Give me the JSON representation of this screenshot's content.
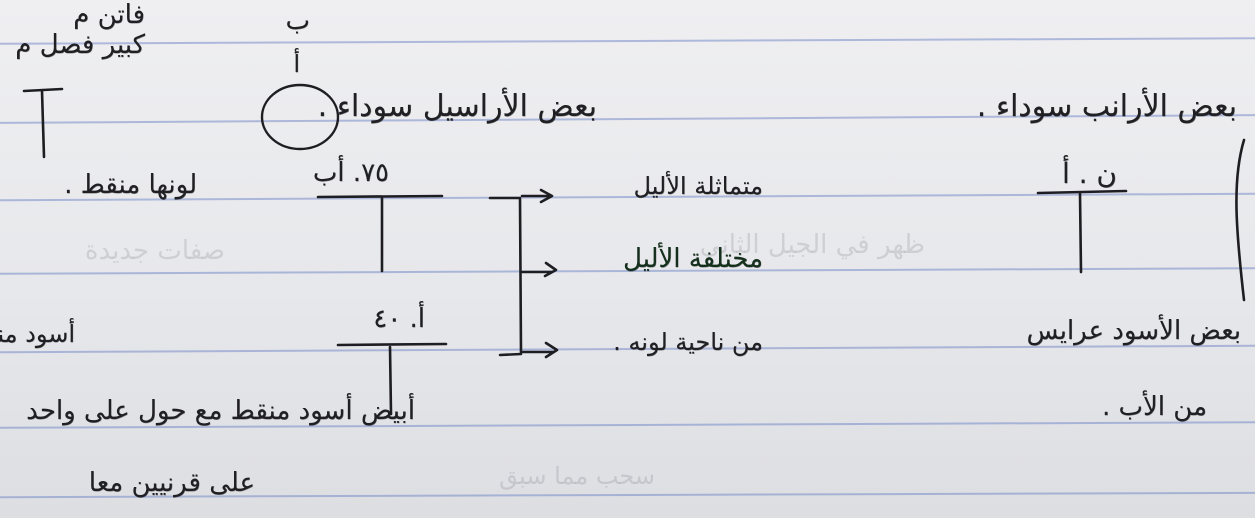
{
  "colors": {
    "paper": "#ebebee",
    "ruled_line": "#8fa0d0",
    "ink": "#202024",
    "green_ink": "#14301c"
  },
  "notes": {
    "corner_line_1": "فاتن م",
    "corner_line_2": "كبير فصل م",
    "top_mark": "ب",
    "left_mark": "أ",
    "heading_left": "بعض الأراسيل سوداء .",
    "heading_right": "بعض الأرانب سوداء .",
    "cross_left_label": "٧٥. أب",
    "cross_right_label": "ن . أ",
    "left_phenotype": "لونها منقط .",
    "branch_1": "متماثلة الأليل",
    "branch_2": "مختلفة الأليل",
    "branch_3": "من ناحية لونه .",
    "cross_left_lower_label": "أ. ٤٠",
    "left_lower_note": "أسود منقط ب .",
    "right_note_line_1": "بعض الأسود عرايس",
    "right_note_line_2": "من الأب .",
    "bottom_line_1": "أبيض أسود منقط مع حول على واحد",
    "bottom_line_2": "على قرنيين معا"
  },
  "faint_text": {
    "line_1": "ظهر في الجيل الثاني",
    "line_2": "صفات جديدة",
    "line_3": "سحب مما سبق"
  }
}
